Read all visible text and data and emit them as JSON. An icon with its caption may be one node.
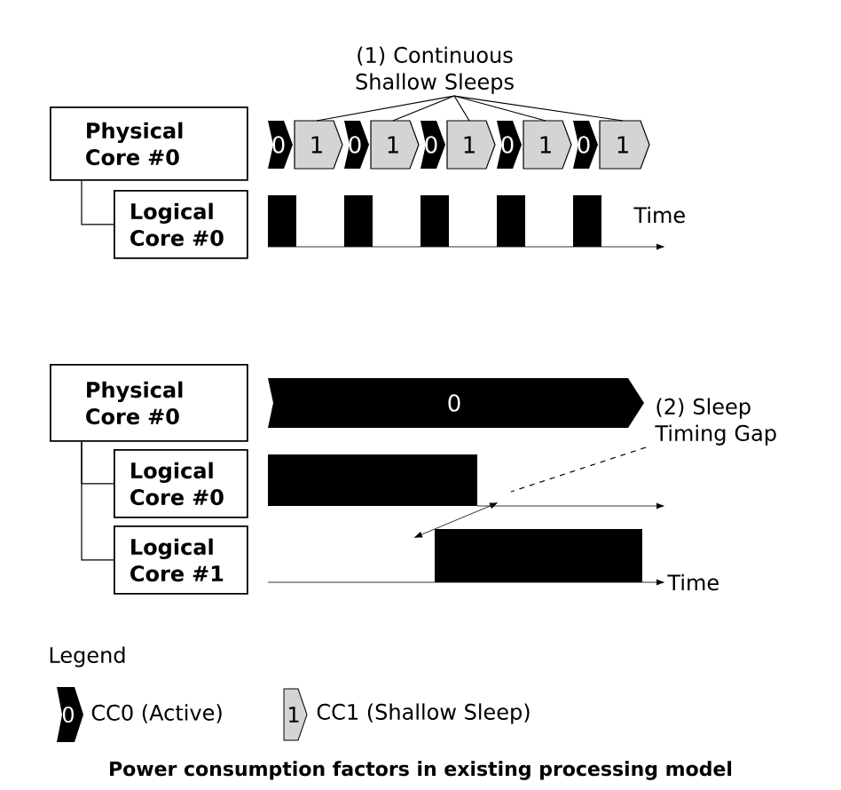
{
  "diagram": {
    "caption": "Power consumption factors in existing processing model",
    "nodes": [
      {
        "text": [
          "Physical Core #0"
        ]
      },
      {
        "text": [
          "Logical Core #0"
        ]
      },
      {
        "text": [
          "(1) Continuous Shallow Sleeps"
        ]
      },
      {
        "text": [
          "0"
        ]
      },
      {
        "text": [
          "1"
        ]
      },
      {
        "text": [
          "0"
        ]
      },
      {
        "text": [
          "1"
        ]
      },
      {
        "text": [
          "0"
        ]
      },
      {
        "text": [
          "1"
        ]
      },
      {
        "text": [
          "0"
        ]
      },
      {
        "text": [
          "1"
        ]
      },
      {
        "text": [
          "0"
        ]
      },
      {
        "text": [
          "1"
        ]
      },
      {
        "text": [
          "Physical Core #0"
        ]
      },
      {
        "text": [
          "Logical Core #0"
        ]
      },
      {
        "text": [
          "Logical Core #1"
        ]
      },
      {
        "text": [
          "0"
        ]
      },
      {
        "text": [
          "(2) Sleep Timing Gap"
        ]
      }
    ],
    "edges": [
      {
        "from": 0,
        "to": 1,
        "arrow": "none"
      },
      {
        "from": 2,
        "to": 4,
        "arrow": "none"
      },
      {
        "from": 2,
        "to": 6,
        "arrow": "none"
      },
      {
        "from": 2,
        "to": 8,
        "arrow": "none"
      },
      {
        "from": 2,
        "to": 10,
        "arrow": "none"
      },
      {
        "from": 2,
        "to": 12,
        "arrow": "none"
      },
      {
        "from": 13,
        "to": 14,
        "arrow": "none"
      },
      {
        "from": 13,
        "to": 15,
        "arrow": "none"
      },
      {
        "from": 17,
        "to": null,
        "arrow": "none",
        "style": "dashed"
      }
    ],
    "labels": [
      "Time",
      "Time",
      "Legend",
      "0",
      "1"
    ],
    "legend": [
      {
        "text": "CC0 (Active)"
      },
      {
        "text": "CC1 (Shallow Sleep)"
      }
    ]
  }
}
